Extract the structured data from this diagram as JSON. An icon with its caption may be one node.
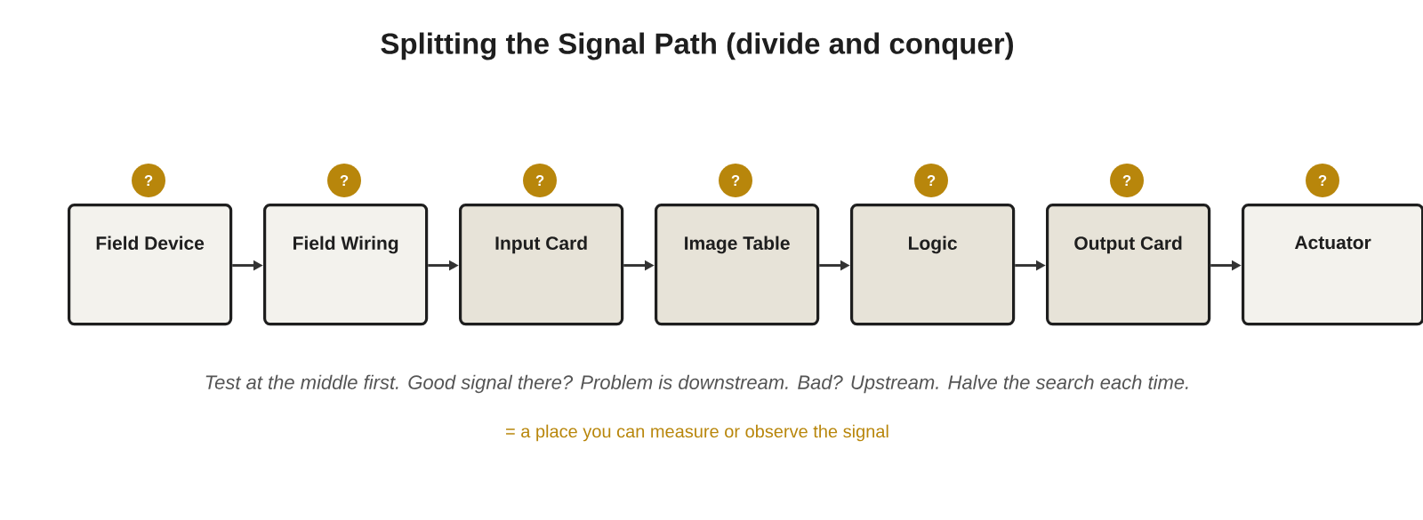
{
  "diagram": {
    "title": "Splitting the Signal Path (divide and conquer)",
    "nodes": [
      {
        "text": [
          "?"
        ]
      },
      {
        "text": [
          "?"
        ]
      },
      {
        "text": [
          "?"
        ]
      },
      {
        "text": [
          "?"
        ]
      },
      {
        "text": [
          "?"
        ]
      },
      {
        "text": [
          "?"
        ]
      },
      {
        "text": [
          "?"
        ]
      },
      {
        "text": [
          "Field Device"
        ]
      },
      {
        "text": [
          "Field Wiring"
        ]
      },
      {
        "text": [
          "Input Card"
        ]
      },
      {
        "text": [
          "Image Table"
        ]
      },
      {
        "text": [
          "Logic"
        ]
      },
      {
        "text": [
          "Output Card"
        ]
      },
      {
        "text": [
          "Actuator"
        ]
      }
    ],
    "edges": [
      {
        "from": 7,
        "to": 8,
        "arrow": "to"
      },
      {
        "from": 8,
        "to": 9,
        "arrow": "to"
      },
      {
        "from": 9,
        "to": 10,
        "arrow": "to"
      },
      {
        "from": 10,
        "to": 11,
        "arrow": "to"
      },
      {
        "from": 11,
        "to": 12,
        "arrow": "to"
      },
      {
        "from": 12,
        "to": 13,
        "arrow": "to"
      }
    ],
    "labels": [
      "Test at the middle first. Good signal there? Problem is downstream. Bad? Upstream. Halve the search each time.",
      "= a place you can measure or observe the signal"
    ]
  }
}
